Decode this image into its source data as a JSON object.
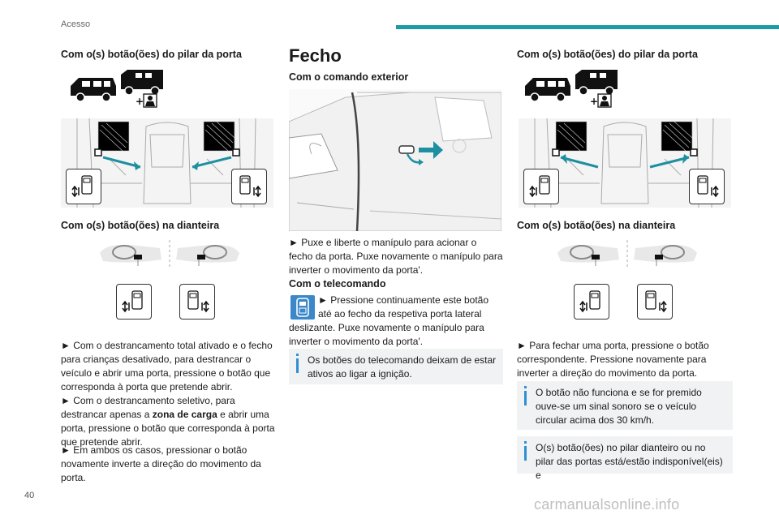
{
  "header": {
    "section": "Acesso",
    "accent_color": "#1d9aa3"
  },
  "page_number": "40",
  "watermark": "carmanualsonline.info",
  "left_column": {
    "sub1": "Com o(s) botão(ões) do pilar da porta",
    "sub2": "Com o(s) botão(ões) na dianteira",
    "p1": "► Com o destrancamento total ativado e o fecho para crianças desativado, para destrancar o veículo e abrir uma porta, pressione o botão que corresponda à porta que pretende abrir.",
    "p2_pre": "► Com o destrancamento seletivo, para destrancar apenas a ",
    "p2_bold": "zona de carga",
    "p2_post": " e abrir uma porta, pressione o botão que corresponda à porta que pretende abrir.",
    "p3": "► Em ambos os casos, pressionar o botão novamente inverte a direção do movimento da porta."
  },
  "middle_column": {
    "title": "Fecho",
    "sub1": "Com o comando exterior",
    "p1": "► Puxe e liberte o manípulo para acionar o fecho da porta. Puxe novamente o manípulo para inverter o movimento da porta'.",
    "sub2": "Com o telecomando",
    "p2": "► Pressione continuamente este botão até ao fecho da respetiva porta lateral deslizante. Puxe novamente o manípulo para inverter o movimento da porta'.",
    "note": "Os botões do telecomando deixam de estar ativos ao ligar a ignição."
  },
  "right_column": {
    "sub1": "Com o(s) botão(ões) do pilar da porta",
    "sub2": "Com o(s) botão(ões) na dianteira",
    "p1": "► Para fechar uma porta, pressione o botão correspondente. Pressione novamente para inverter a direção do movimento da porta.",
    "note1": "O botão não funciona e se for premido ouve-se um sinal sonoro se o veículo circular acima dos 30 km/h.",
    "note2": "O(s) botão(ões) no pilar dianteiro ou no pilar das portas está/estão indisponível(eis) e"
  }
}
